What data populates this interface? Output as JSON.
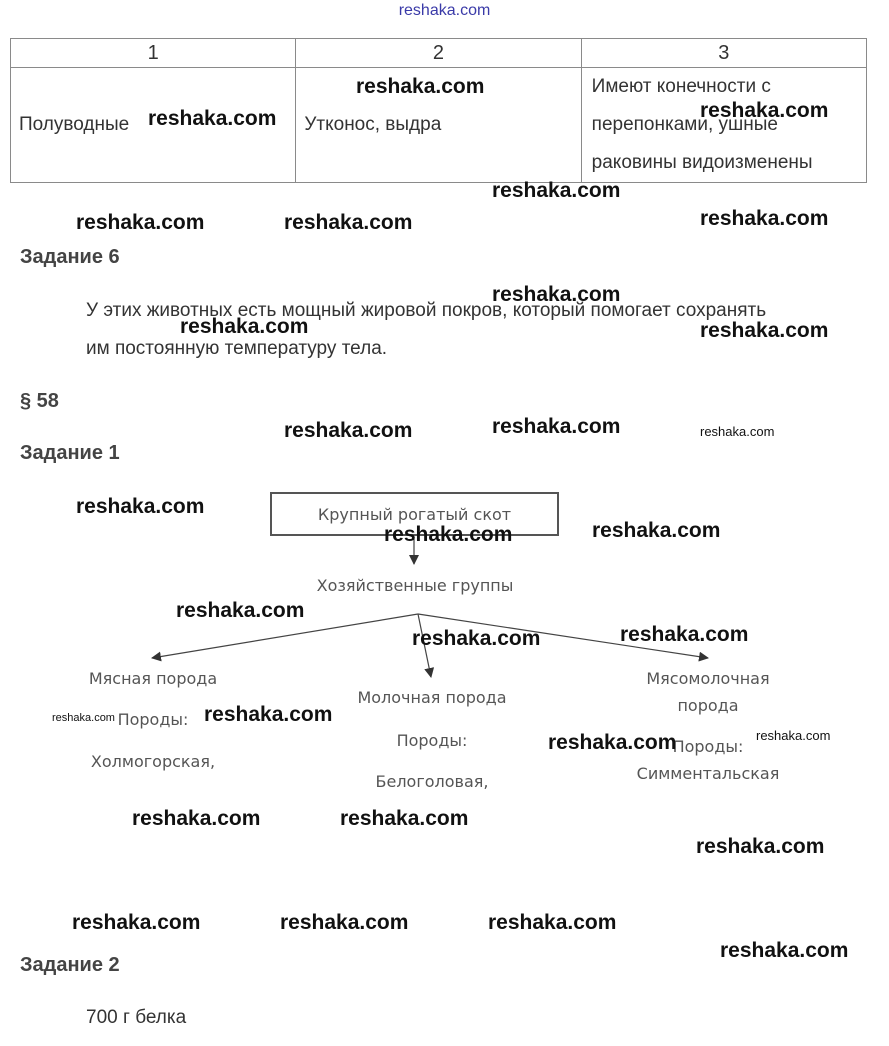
{
  "site_link": "reshaka.com",
  "table": {
    "headers": [
      "1",
      "2",
      "3"
    ],
    "row": {
      "c1": "Полуводные",
      "c2": "Утконос, выдра",
      "c3": "Имеют конечности с перепонками, ушные раковины видоизменены"
    }
  },
  "task6": {
    "heading": "Задание 6",
    "text_line1": "У этих животных есть мощный жировой покров, который помогает сохранять",
    "text_line2": "им постоянную температуру тела."
  },
  "section": "§ 58",
  "task1": {
    "heading": "Задание 1",
    "diagram": {
      "root": "Крупный рогатый скот",
      "middle": "Хозяйственные группы",
      "meat": {
        "title": "Мясная порода",
        "breeds_label": "Породы:",
        "breeds": "Холмогорская,"
      },
      "dairy": {
        "title": "Молочная порода",
        "breeds_label": "Породы:",
        "breeds": "Белоголовая,"
      },
      "mixed": {
        "title_line1": "Мясомолочная",
        "title_line2": "порода",
        "breeds_label": "Породы:",
        "breeds": "Симментальская"
      }
    }
  },
  "task2": {
    "heading": "Задание 2",
    "answer": "700 г белка"
  },
  "watermark": "reshaka.com"
}
